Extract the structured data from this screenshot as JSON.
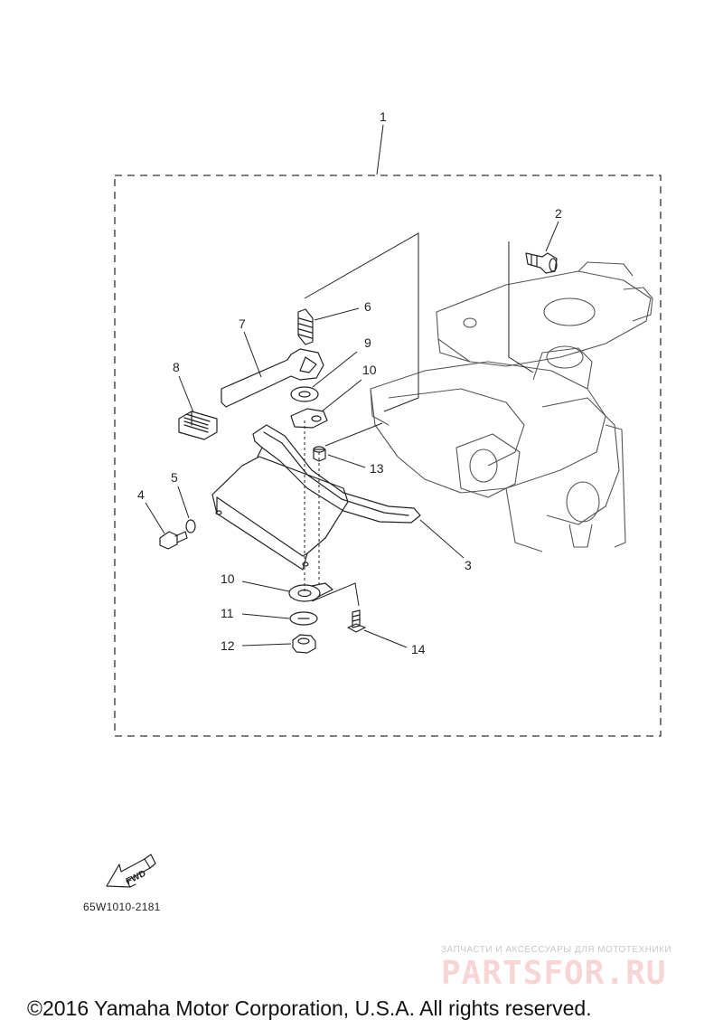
{
  "callouts": {
    "c1": "1",
    "c2": "2",
    "c3": "3",
    "c4": "4",
    "c5": "5",
    "c6": "6",
    "c7": "7",
    "c8": "8",
    "c9": "9",
    "c10a": "10",
    "c10b": "10",
    "c11": "11",
    "c12": "12",
    "c13": "13",
    "c14": "14"
  },
  "fwd_label": "FWD",
  "diagram_code": "65W1010-2181",
  "watermark": {
    "tagline": "ЗАПЧАСТИ И АКСЕССУАРЫ ДЛЯ МОТОТЕХНИКИ",
    "logo": "PARTSFOR.RU"
  },
  "copyright": "©2016 Yamaha Motor Corporation, U.S.A. All rights reserved.",
  "colors": {
    "line": "#222222",
    "watermark": "#e04040"
  }
}
